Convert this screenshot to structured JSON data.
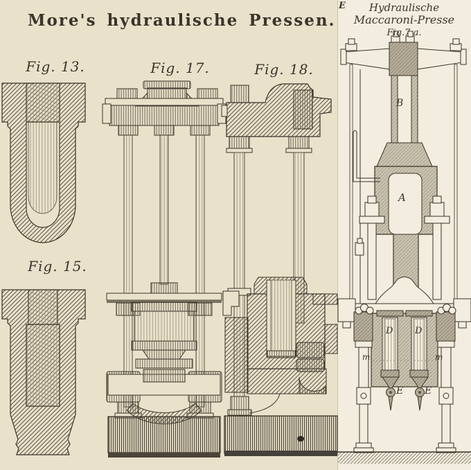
{
  "page": {
    "title": "More's hydraulische Pressen."
  },
  "figure_labels": {
    "fig13": "Fig. 13.",
    "fig15": "Fig. 15.",
    "fig17": "Fig. 17.",
    "fig18": "Fig. 18."
  },
  "right_panel": {
    "corner_letter": "E",
    "title_lines": [
      "Hydraulische",
      "Maccaroni-Presse",
      "Fig.7 a."
    ],
    "part_labels": {
      "cylinder_b": "B",
      "cylinder_a": "A",
      "press_cylinder_d_left": "D",
      "press_cylinder_d_right": "D",
      "leg_m_left": "m",
      "leg_m_right": "m",
      "nozzle_e_left": "E",
      "nozzle_e_right": "E"
    }
  },
  "colors": {
    "paper_left": "#e9e1ca",
    "paper_right": "#f2edde",
    "ink": "#3b342a"
  }
}
